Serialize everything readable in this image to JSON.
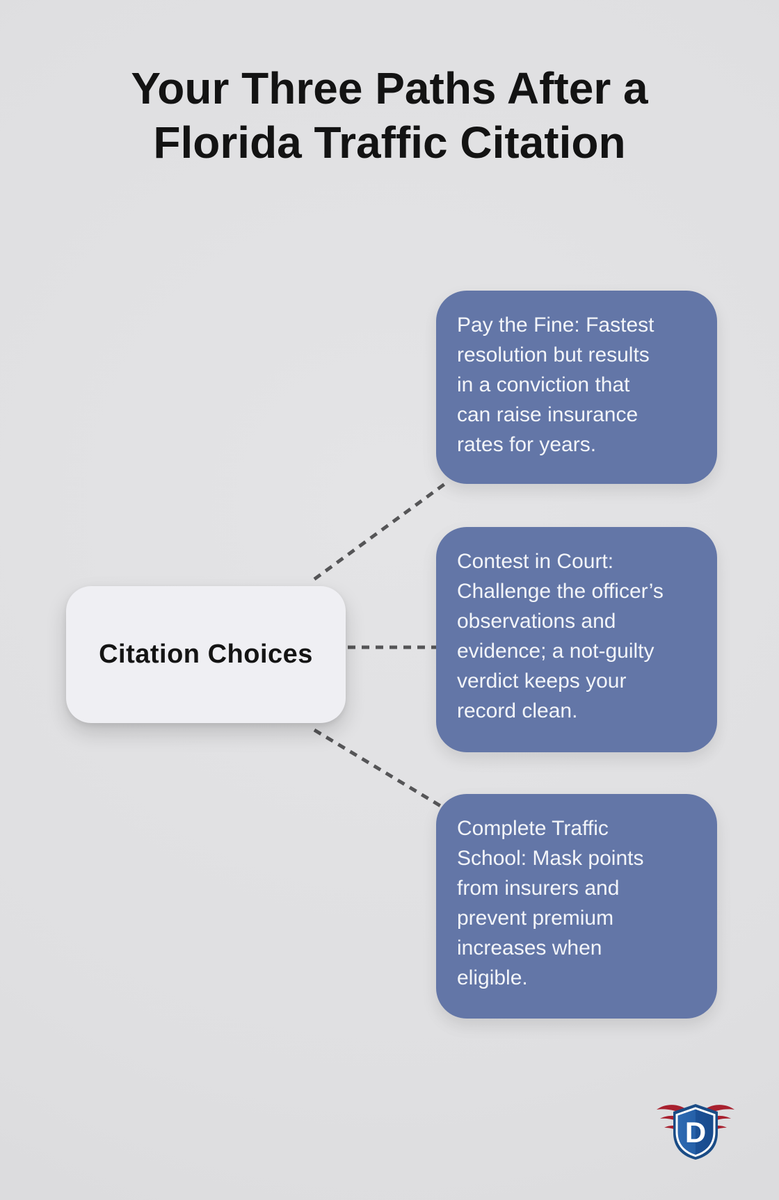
{
  "page": {
    "title_line1": "Your Three Paths After a",
    "title_line2": "Florida Traffic Citation"
  },
  "center_node": {
    "label": "Citation Choices"
  },
  "branches": [
    {
      "lines": [
        "Pay the Fine: Fastest",
        "resolution but results",
        "in a conviction that",
        "can raise insurance",
        "rates for years."
      ]
    },
    {
      "lines": [
        "Contest in Court:",
        "Challenge the officer’s",
        "observations and",
        "evidence; a not-guilty",
        "verdict keeps your",
        "record clean."
      ]
    },
    {
      "lines": [
        "Complete Traffic",
        "School: Mask points",
        "from insurers and",
        "prevent premium",
        "increases when",
        "eligible."
      ]
    }
  ],
  "logo": {
    "letter": "D"
  },
  "colors": {
    "branch_box": "#6376a7",
    "branch_text": "#f3f5f9",
    "node_fill": "#efeff3",
    "node_text": "#141414",
    "title_text": "#131313",
    "connector": "#555557",
    "background": "#e0e0e2",
    "logo_red": "#a8202e",
    "logo_blue": "#2e6ab2",
    "logo_blue_dark": "#1a4c86"
  }
}
